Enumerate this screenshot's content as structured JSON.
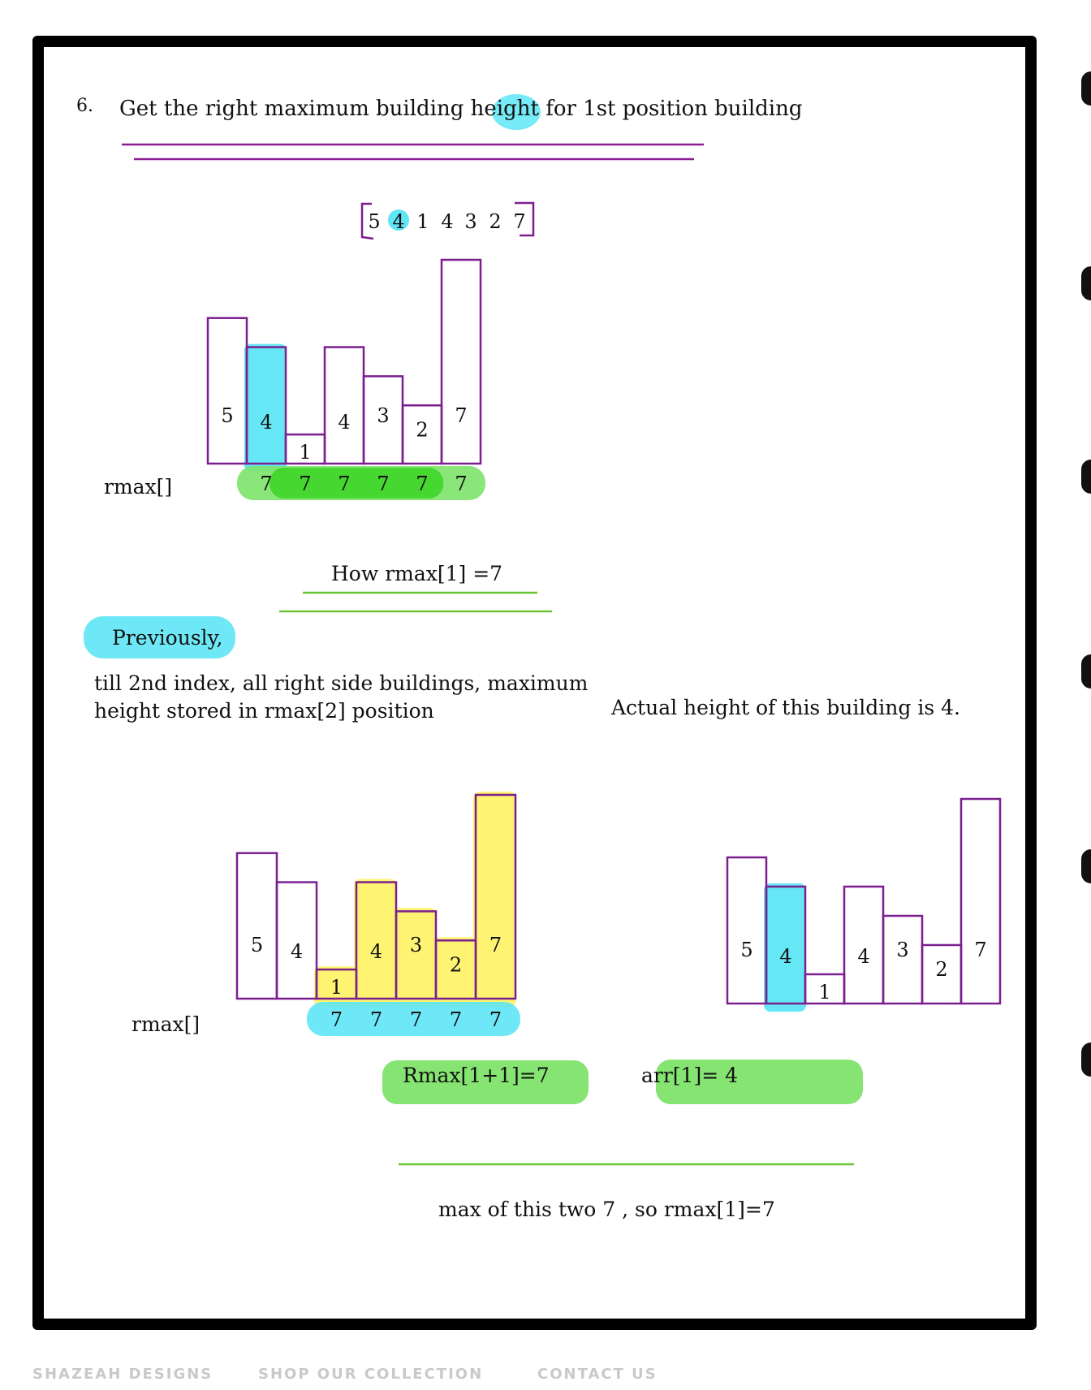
{
  "step_number": "6.",
  "heading": {
    "before": "Get the right maximum building height fo",
    "highlight": "r 1st",
    "after": " position building"
  },
  "array": {
    "values": [
      "5",
      "4",
      "1",
      "4",
      "3",
      "2",
      "7"
    ],
    "highlighted_index": 1
  },
  "diagram_top": {
    "bar_heights": [
      5,
      4,
      1,
      4,
      3,
      2,
      7
    ],
    "bar_labels": [
      "5",
      "4",
      "1",
      "4",
      "3",
      "2",
      "7"
    ],
    "highlighted_bar": 1,
    "rmax_label": "rmax[]",
    "rmax_values": [
      "7",
      "7",
      "7",
      "7",
      "7",
      "7"
    ]
  },
  "question": "How rmax[1] =7",
  "previously_label": "Previously,",
  "explanation_left": {
    "line1": "till 2nd index, all right side buildings, maximum",
    "line2": "height stored in rmax[2] position"
  },
  "explanation_right": "Actual height of this building is 4.",
  "diagram_left": {
    "bar_heights": [
      5,
      4,
      1,
      4,
      3,
      2,
      7
    ],
    "bar_labels": [
      "5",
      "4",
      "1",
      "4",
      "3",
      "2",
      "7"
    ],
    "highlighted_from": 2,
    "rmax_label": "rmax[]",
    "rmax_values": [
      "7",
      "7",
      "7",
      "7",
      "7"
    ]
  },
  "diagram_right": {
    "bar_heights": [
      5,
      4,
      1,
      4,
      3,
      2,
      7
    ],
    "bar_labels": [
      "5",
      "4",
      "1",
      "4",
      "3",
      "2",
      "7"
    ],
    "highlighted_bar": 1
  },
  "rmax_next": "Rmax[1+1]=7",
  "arr_value": "arr[1]= 4",
  "conclusion": "max of this two 7 , so rmax[1]=7",
  "footer": [
    "SHAZEAH DESIGNS",
    "SHOP OUR COLLECTION",
    "CONTACT US"
  ],
  "colors": {
    "frame": "#000000",
    "bar_stroke": "#7b1f8f",
    "cyan": "#5ee6f5",
    "green": "#7ee36a",
    "bright_green": "#39d423",
    "yellow": "#fff36a",
    "purple_line": "#8a1b92",
    "green_line": "#6bc232"
  }
}
